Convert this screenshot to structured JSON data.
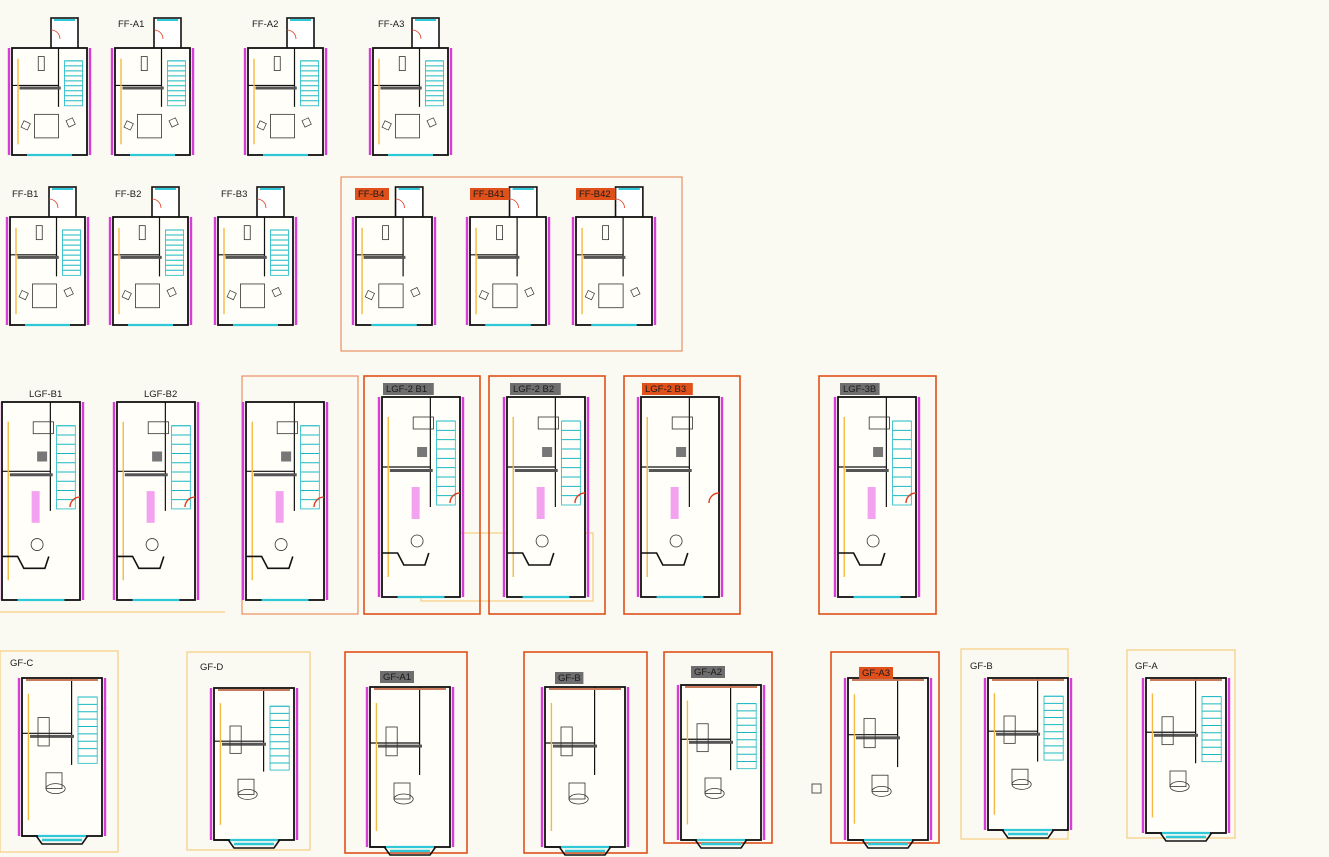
{
  "drawing": {
    "colors": {
      "background": "#fbfaf2",
      "party_wall": "#d63cd6",
      "wall": "#111111",
      "glazing": "#2ec8d8",
      "stair": "#19b8c4",
      "joinery": "#f4b942",
      "kitchen_island": "#f2a2ee",
      "door_swing": "#e03a1e",
      "highlight_frame": "#e0501a",
      "faint_frame": "#f7c46b",
      "tag_gray": "#6e6e6e",
      "tag_red": "#e0501a"
    },
    "rows": [
      {
        "name": "first-floor-a",
        "plans": [
          {
            "id": "ff-untitled",
            "label": "",
            "tag": "plain",
            "stair": true
          },
          {
            "id": "ff-a1",
            "label": "FF-A1",
            "tag": "plain",
            "stair": true
          },
          {
            "id": "ff-a2",
            "label": "FF-A2",
            "tag": "plain",
            "stair": true
          },
          {
            "id": "ff-a3",
            "label": "FF-A3",
            "tag": "plain",
            "stair": true
          }
        ]
      },
      {
        "name": "first-floor-b",
        "plans": [
          {
            "id": "ff-b1",
            "label": "FF-B1",
            "tag": "plain",
            "stair": true
          },
          {
            "id": "ff-b2",
            "label": "FF-B2",
            "tag": "plain",
            "stair": true
          },
          {
            "id": "ff-b3",
            "label": "FF-B3",
            "tag": "plain",
            "stair": true
          },
          {
            "id": "ff-b4",
            "label": "FF-B4",
            "tag": "red",
            "stair": false
          },
          {
            "id": "ff-b41",
            "label": "FF-B41",
            "tag": "red",
            "stair": false
          },
          {
            "id": "ff-b42",
            "label": "FF-B42",
            "tag": "red",
            "stair": false
          }
        ]
      },
      {
        "name": "lower-ground-floor",
        "plans": [
          {
            "id": "lgf-b1",
            "label": "LGF-B1",
            "tag": "plain",
            "stair": true
          },
          {
            "id": "lgf-b2",
            "label": "LGF-B2",
            "tag": "plain",
            "stair": true
          },
          {
            "id": "lgf-untitled",
            "label": "",
            "tag": "plain",
            "stair": true
          },
          {
            "id": "lgf-2b1",
            "label": "LGF-2 B1",
            "tag": "gray",
            "stair": true
          },
          {
            "id": "lgf-2b2",
            "label": "LGF-2 B2",
            "tag": "gray",
            "stair": true
          },
          {
            "id": "lgf-2b3",
            "label": "LGF-2 B3",
            "tag": "red",
            "stair": false
          },
          {
            "id": "lgf-3b",
            "label": "LGF-3B",
            "tag": "gray",
            "stair": true
          }
        ]
      },
      {
        "name": "ground-floor",
        "plans": [
          {
            "id": "gf-c",
            "label": "GF-C",
            "tag": "plain",
            "stair": true
          },
          {
            "id": "gf-d",
            "label": "GF-D",
            "tag": "plain",
            "stair": true
          },
          {
            "id": "gf-a1",
            "label": "GF-A1",
            "tag": "gray",
            "stair": false
          },
          {
            "id": "gf-b-boxed",
            "label": "GF-B",
            "tag": "gray",
            "stair": false
          },
          {
            "id": "gf-a2",
            "label": "GF-A2",
            "tag": "gray",
            "stair": true
          },
          {
            "id": "gf-a3",
            "label": "GF-A3",
            "tag": "red",
            "stair": false
          },
          {
            "id": "gf-b",
            "label": "GF-B",
            "tag": "plain",
            "stair": true
          },
          {
            "id": "gf-a",
            "label": "GF-A",
            "tag": "plain",
            "stair": true
          }
        ]
      }
    ]
  }
}
